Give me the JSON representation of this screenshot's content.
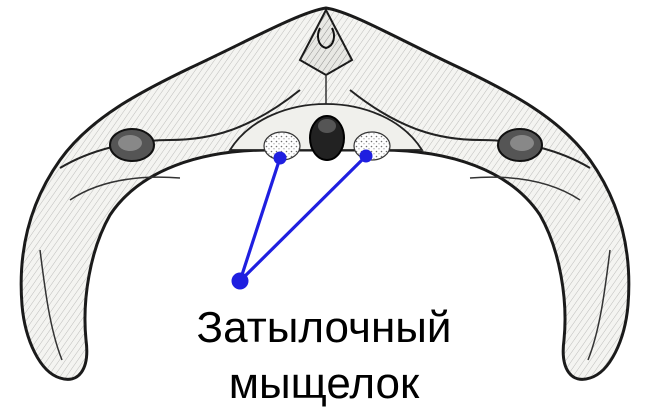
{
  "label": {
    "line1": "Затылочный",
    "line2": "мыщелок"
  },
  "colors": {
    "pointer": "#1f1fe0",
    "ink": "#1a1a1a",
    "bone_fill": "#f3f3f0",
    "condyle_fill": "#ffffff"
  },
  "icons": [
    "lower-jaw-bone-drawing",
    "occipital-condyle-left",
    "occipital-condyle-right",
    "foramen-magnum"
  ]
}
